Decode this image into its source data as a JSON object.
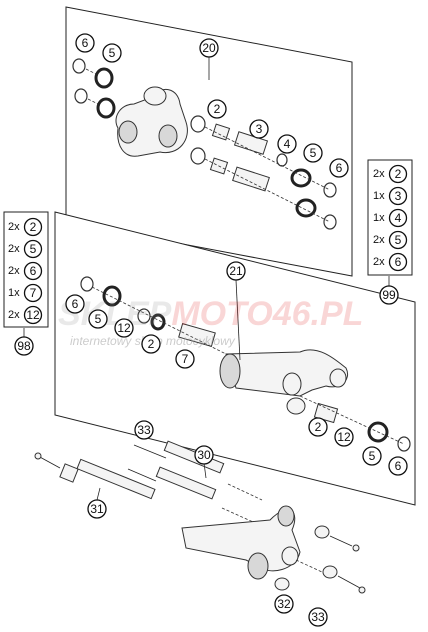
{
  "watermark": {
    "brand_left": "SKLEP",
    "brand_right": "MOTO46.PL",
    "tagline": "internetowy sklep motocyklowy"
  },
  "callouts": {
    "c20": "20",
    "c21": "21",
    "c98": "98",
    "c99": "99",
    "c30": "30",
    "c31": "31",
    "c32": "32",
    "c33a": "33",
    "c33b": "33",
    "top": {
      "a6": "6",
      "a5": "5",
      "b2": "2",
      "b3": "3",
      "b4": "4",
      "b5": "5",
      "b6": "6"
    },
    "mid": {
      "m6": "6",
      "m5": "5",
      "m12a": "12",
      "m2a": "2",
      "m7": "7",
      "m2b": "2",
      "m12b": "12",
      "m5b": "5",
      "m6b": "6"
    }
  },
  "kit_99": {
    "rows": [
      {
        "qty": "2x",
        "num": "2"
      },
      {
        "qty": "1x",
        "num": "3"
      },
      {
        "qty": "1x",
        "num": "4"
      },
      {
        "qty": "2x",
        "num": "5"
      },
      {
        "qty": "2x",
        "num": "6"
      }
    ]
  },
  "kit_98": {
    "rows": [
      {
        "qty": "2x",
        "num": "2"
      },
      {
        "qty": "2x",
        "num": "5"
      },
      {
        "qty": "2x",
        "num": "6"
      },
      {
        "qty": "1x",
        "num": "7"
      },
      {
        "qty": "2x",
        "num": "12"
      }
    ]
  },
  "colors": {
    "watermark_red": "#e02020",
    "watermark_grey": "#8a8a8a",
    "line": "#222222"
  }
}
